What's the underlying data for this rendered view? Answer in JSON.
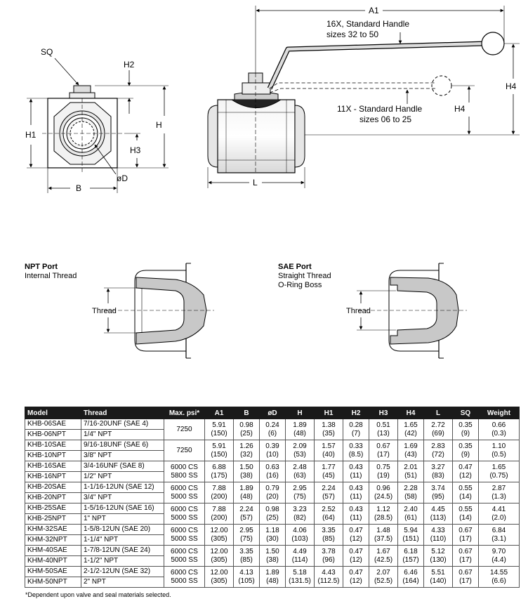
{
  "drawing": {
    "sq": "SQ",
    "h2": "H2",
    "h1": "H1",
    "h": "H",
    "h3": "H3",
    "od": "øD",
    "b": "B",
    "a1": "A1",
    "h4": "H4",
    "l": "L",
    "handle16_line1": "16X, Standard Handle",
    "handle16_line2": "sizes 32 to 50",
    "handle11_line1": "11X - Standard Handle",
    "handle11_line2": "sizes 06 to 25"
  },
  "ports": {
    "npt_title": "NPT Port",
    "npt_subtitle": "Internal Thread",
    "npt_thread": "Thread",
    "sae_title": "SAE Port",
    "sae_subtitle1": "Straight Thread",
    "sae_subtitle2": "O-Ring Boss",
    "sae_thread": "Thread"
  },
  "table": {
    "headers": [
      "Model",
      "Thread",
      "Max. psi*",
      "A1",
      "B",
      "øD",
      "H",
      "H1",
      "H2",
      "H3",
      "H4",
      "L",
      "SQ",
      "Weight"
    ],
    "groups": [
      {
        "models": [
          "KHB-06SAE",
          "KHB-06NPT"
        ],
        "threads": [
          "7/16-20UNF (SAE 4)",
          "1/4\" NPT"
        ],
        "psi": [
          "7250"
        ],
        "values": [
          [
            "5.91",
            "(150)"
          ],
          [
            "0.98",
            "(25)"
          ],
          [
            "0.24",
            "(6)"
          ],
          [
            "1.89",
            "(48)"
          ],
          [
            "1.38",
            "(35)"
          ],
          [
            "0.28",
            "(7)"
          ],
          [
            "0.51",
            "(13)"
          ],
          [
            "1.65",
            "(42)"
          ],
          [
            "2.72",
            "(69)"
          ],
          [
            "0.35",
            "(9)"
          ],
          [
            "0.66",
            "(0.3)"
          ]
        ]
      },
      {
        "models": [
          "KHB-10SAE",
          "KHB-10NPT"
        ],
        "threads": [
          "9/16-18UNF (SAE 6)",
          "3/8\" NPT"
        ],
        "psi": [
          "7250"
        ],
        "values": [
          [
            "5.91",
            "(150)"
          ],
          [
            "1.26",
            "(32)"
          ],
          [
            "0.39",
            "(10)"
          ],
          [
            "2.09",
            "(53)"
          ],
          [
            "1.57",
            "(40)"
          ],
          [
            "0.33",
            "(8.5)"
          ],
          [
            "0.67",
            "(17)"
          ],
          [
            "1.69",
            "(43)"
          ],
          [
            "2.83",
            "(72)"
          ],
          [
            "0.35",
            "(9)"
          ],
          [
            "1.10",
            "(0.5)"
          ]
        ]
      },
      {
        "models": [
          "KHB-16SAE",
          "KHB-16NPT"
        ],
        "threads": [
          "3/4-16UNF (SAE 8)",
          "1/2\" NPT"
        ],
        "psi": [
          "6000 CS",
          "5800 SS"
        ],
        "values": [
          [
            "6.88",
            "(175)"
          ],
          [
            "1.50",
            "(38)"
          ],
          [
            "0.63",
            "(16)"
          ],
          [
            "2.48",
            "(63)"
          ],
          [
            "1.77",
            "(45)"
          ],
          [
            "0.43",
            "(11)"
          ],
          [
            "0.75",
            "(19)"
          ],
          [
            "2.01",
            "(51)"
          ],
          [
            "3.27",
            "(83)"
          ],
          [
            "0.47",
            "(12)"
          ],
          [
            "1.65",
            "(0.75)"
          ]
        ]
      },
      {
        "models": [
          "KHB-20SAE",
          "KHB-20NPT"
        ],
        "threads": [
          "1-1/16-12UN (SAE 12)",
          "3/4\" NPT"
        ],
        "psi": [
          "6000 CS",
          "5000 SS"
        ],
        "values": [
          [
            "7.88",
            "(200)"
          ],
          [
            "1.89",
            "(48)"
          ],
          [
            "0.79",
            "(20)"
          ],
          [
            "2.95",
            "(75)"
          ],
          [
            "2.24",
            "(57)"
          ],
          [
            "0.43",
            "(11)"
          ],
          [
            "0.96",
            "(24.5)"
          ],
          [
            "2.28",
            "(58)"
          ],
          [
            "3.74",
            "(95)"
          ],
          [
            "0.55",
            "(14)"
          ],
          [
            "2.87",
            "(1.3)"
          ]
        ]
      },
      {
        "models": [
          "KHB-25SAE",
          "KHB-25NPT"
        ],
        "threads": [
          "1-5/16-12UN (SAE 16)",
          "1\" NPT"
        ],
        "psi": [
          "6000 CS",
          "5000 SS"
        ],
        "values": [
          [
            "7.88",
            "(200)"
          ],
          [
            "2.24",
            "(57)"
          ],
          [
            "0.98",
            "(25)"
          ],
          [
            "3.23",
            "(82)"
          ],
          [
            "2.52",
            "(64)"
          ],
          [
            "0.43",
            "(11)"
          ],
          [
            "1.12",
            "(28.5)"
          ],
          [
            "2.40",
            "(61)"
          ],
          [
            "4.45",
            "(113)"
          ],
          [
            "0.55",
            "(14)"
          ],
          [
            "4.41",
            "(2.0)"
          ]
        ]
      },
      {
        "models": [
          "KHM-32SAE",
          "KHM-32NPT"
        ],
        "threads": [
          "1-5/8-12UN (SAE 20)",
          "1-1/4\" NPT"
        ],
        "psi": [
          "6000 CS",
          "5000 SS"
        ],
        "values": [
          [
            "12.00",
            "(305)"
          ],
          [
            "2.95",
            "(75)"
          ],
          [
            "1.18",
            "(30)"
          ],
          [
            "4.06",
            "(103)"
          ],
          [
            "3.35",
            "(85)"
          ],
          [
            "0.47",
            "(12)"
          ],
          [
            "1.48",
            "(37.5)"
          ],
          [
            "5.94",
            "(151)"
          ],
          [
            "4.33",
            "(110)"
          ],
          [
            "0.67",
            "(17)"
          ],
          [
            "6.84",
            "(3.1)"
          ]
        ]
      },
      {
        "models": [
          "KHM-40SAE",
          "KHM-40NPT"
        ],
        "threads": [
          "1-7/8-12UN (SAE 24)",
          "1-1/2\" NPT"
        ],
        "psi": [
          "6000 CS",
          "5000 SS"
        ],
        "values": [
          [
            "12.00",
            "(305)"
          ],
          [
            "3.35",
            "(85)"
          ],
          [
            "1.50",
            "(38)"
          ],
          [
            "4.49",
            "(114)"
          ],
          [
            "3.78",
            "(96)"
          ],
          [
            "0.47",
            "(12)"
          ],
          [
            "1.67",
            "(42.5)"
          ],
          [
            "6.18",
            "(157)"
          ],
          [
            "5.12",
            "(130)"
          ],
          [
            "0.67",
            "(17)"
          ],
          [
            "9.70",
            "(4.4)"
          ]
        ]
      },
      {
        "models": [
          "KHM-50SAE",
          "KHM-50NPT"
        ],
        "threads": [
          "2-1/2-12UN (SAE 32)",
          "2\" NPT"
        ],
        "psi": [
          "6000 CS",
          "5000 SS"
        ],
        "values": [
          [
            "12.00",
            "(305)"
          ],
          [
            "4.13",
            "(105)"
          ],
          [
            "1.89",
            "(48)"
          ],
          [
            "5.18",
            "(131.5)"
          ],
          [
            "4.43",
            "(112.5)"
          ],
          [
            "0.47",
            "(12)"
          ],
          [
            "2.07",
            "(52.5)"
          ],
          [
            "6.46",
            "(164)"
          ],
          [
            "5.51",
            "(140)"
          ],
          [
            "0.67",
            "(17)"
          ],
          [
            "14.55",
            "(6.6)"
          ]
        ]
      }
    ],
    "footnote": "*Dependent upon valve and seal materials selected."
  }
}
